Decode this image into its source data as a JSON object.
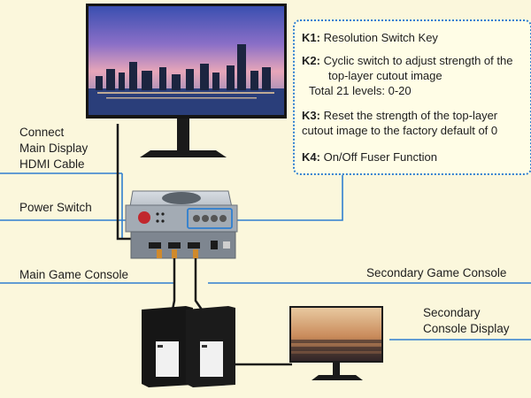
{
  "labels": {
    "connect_hdmi": [
      "Connect",
      "Main Display",
      "HDMI Cable"
    ],
    "power_switch": "Power Switch",
    "main_console": "Main Game Console",
    "secondary_console": "Secondary Game Console",
    "secondary_display": [
      "Secondary",
      "Console Display"
    ]
  },
  "keys": {
    "k1": {
      "id": "K1:",
      "text": "Resolution Switch Key"
    },
    "k2": {
      "id": "K2:",
      "line1": "Cyclic switch to adjust strength of the",
      "line2": "top-layer cutout image",
      "line3": "Total 21 levels: 0-20"
    },
    "k3": {
      "id": "K3:",
      "line1": "Reset the strength of the top-layer",
      "line2": "cutout image to the factory default of 0"
    },
    "k4": {
      "id": "K4:",
      "text": "On/Off Fuser Function"
    }
  },
  "colors": {
    "background": "#fbf7dc",
    "line": "#2f7fd0",
    "device": "#9aa3ad"
  },
  "icons": [
    "main-monitor-icon",
    "fuser-device-icon",
    "game-console-icon",
    "secondary-monitor-icon",
    "hdmi-cable-icon"
  ]
}
